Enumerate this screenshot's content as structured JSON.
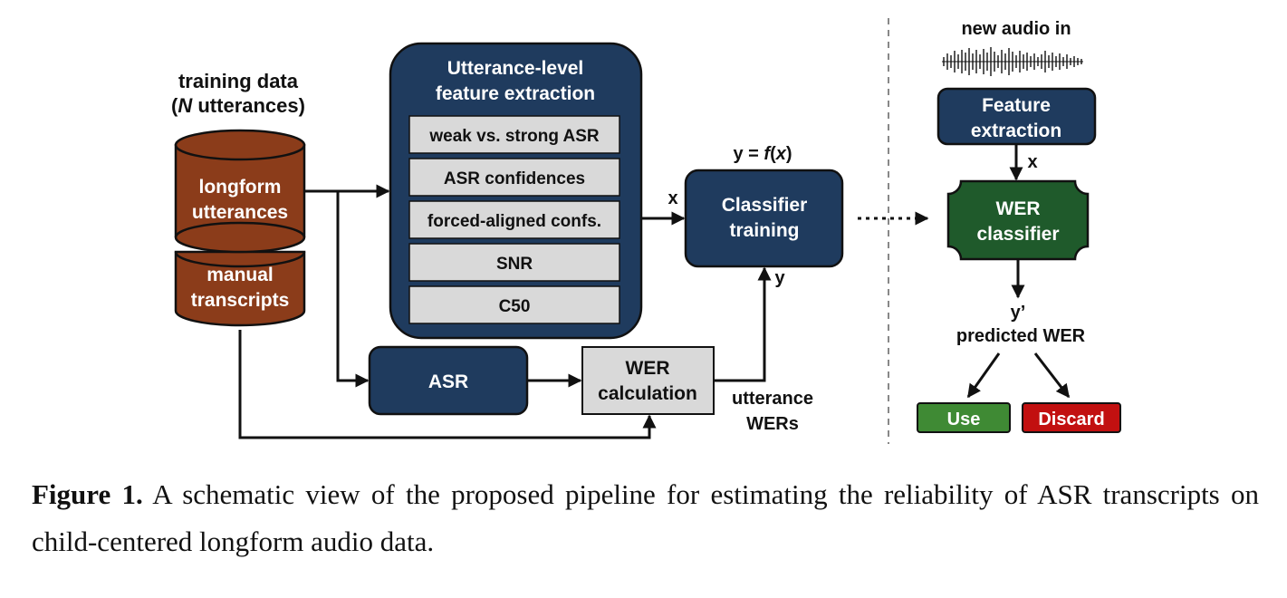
{
  "training_data": {
    "title_line1": "training data",
    "title_line2_var": "N",
    "title_line2_rest": " utterances)",
    "title_line2_open": "(",
    "cylinder_top_line1": "longform",
    "cylinder_top_line2": "utterances",
    "cylinder_bottom_line1": "manual",
    "cylinder_bottom_line2": "transcripts"
  },
  "feature_extraction": {
    "title_line1": "Utterance-level",
    "title_line2": "feature extraction",
    "features": [
      "weak vs. strong ASR",
      "ASR confidences",
      "forced-aligned confs.",
      "SNR",
      "C50"
    ]
  },
  "asr": {
    "label": "ASR"
  },
  "wer_calc": {
    "line1": "WER",
    "line2": "calculation"
  },
  "utterance_wers": {
    "line1": "utterance",
    "line2": "WERs"
  },
  "classifier_training": {
    "line1": "Classifier",
    "line2": "training",
    "formula_prefix": "y = ",
    "formula_f": "f",
    "formula_open": "(",
    "formula_x": "x",
    "formula_close": ")",
    "input_x": "x",
    "input_y": "y"
  },
  "inference": {
    "new_audio": "new audio in",
    "feature_line1": "Feature",
    "feature_line2": "extraction",
    "x_label": "x",
    "classifier_line1": "WER",
    "classifier_line2": "classifier",
    "y_prime": "y’",
    "predicted": "predicted WER",
    "use": "Use",
    "discard": "Discard"
  },
  "colors": {
    "navy": "#1f3b5e",
    "cylinder": "#8b3c1a",
    "gray_box": "#d9d9d9",
    "classifier_green": "#1f5a2b",
    "use_green": "#3f8a34",
    "discard_red": "#c21010"
  },
  "caption": {
    "label": "Figure 1.",
    "text": " A schematic view of the proposed pipeline for estimating the reliability of ASR transcripts on child-centered longform audio data."
  }
}
